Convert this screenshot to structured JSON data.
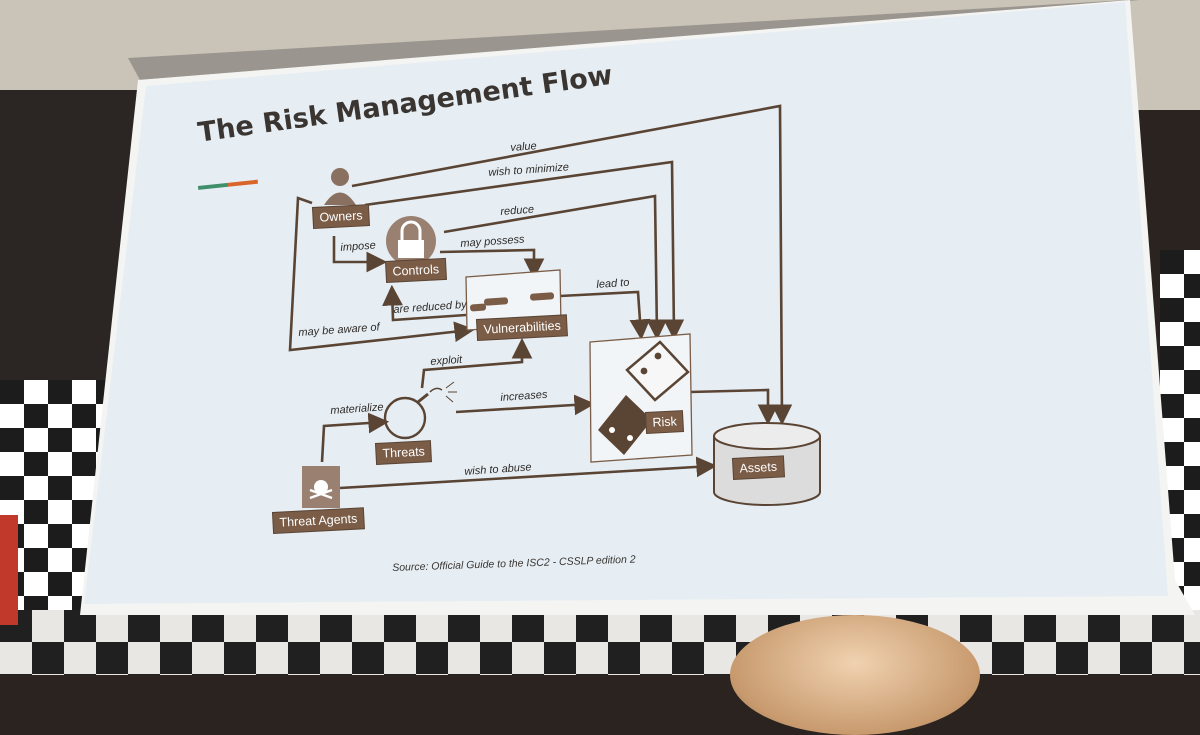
{
  "slide": {
    "title": "The Risk Management Flow",
    "source": "Source: Official Guide to the ISC2 - CSSLP edition 2",
    "accent_colors": [
      "#3f8f6b",
      "#d9652b"
    ]
  },
  "nodes": {
    "owners": "Owners",
    "controls": "Controls",
    "vulnerabilities": "Vulnerabilities",
    "threats": "Threats",
    "threat_agents": "Threat Agents",
    "risk": "Risk",
    "assets": "Assets"
  },
  "edges": {
    "value": "value",
    "wish_to_minimize": "wish to minimize",
    "reduce": "reduce",
    "impose": "impose",
    "may_possess": "may possess",
    "lead_to": "lead to",
    "are_reduced_by": "are reduced by",
    "may_be_aware_of": "may be aware of",
    "exploit": "exploit",
    "materialize": "materialize",
    "increases": "increases",
    "wish_to_abuse": "wish to abuse"
  },
  "icons": {
    "owners": "person-icon",
    "controls": "padlock-icon",
    "vulnerabilities": "broken-chain-icon",
    "threats": "bomb-icon",
    "threat_agents": "skull-icon",
    "risk": "dice-icon",
    "assets": "database-cylinder-icon"
  },
  "colors": {
    "node_fill": "#7a5c47",
    "arrow": "#5a4434",
    "slide_background": "#e6eef4"
  }
}
